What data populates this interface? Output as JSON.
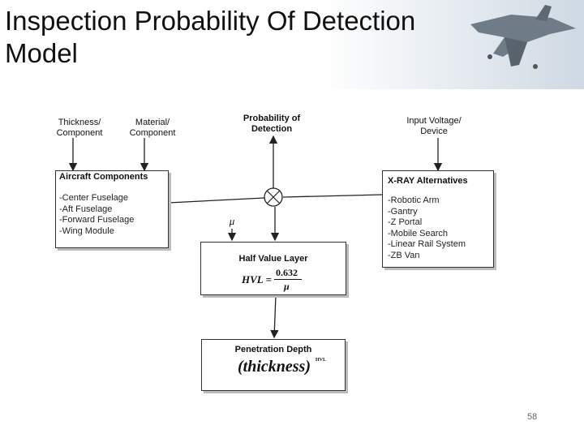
{
  "slide": {
    "title": "Inspection Probability Of Detection Model",
    "page_number": "58"
  },
  "inputs": {
    "thickness": "Thickness/ Component",
    "material": "Material/ Component",
    "pod": "Probability of Detection",
    "voltage": "Input Voltage/ Device",
    "mu_symbol": "μ"
  },
  "aircraft_box": {
    "title": "Aircraft Components",
    "items": [
      "-Center Fuselage",
      "-Aft Fuselage",
      "-Forward Fuselage",
      "-Wing Module"
    ]
  },
  "xray_box": {
    "title": "X-RAY Alternatives",
    "items": [
      "-Robotic Arm",
      "-Gantry",
      "-Z Portal",
      "-Mobile Search",
      "-Linear Rail System",
      "-ZB Van"
    ]
  },
  "hvl_box": {
    "title": "Half Value Layer",
    "lhs": "HVL =",
    "numerator": "0.632",
    "denominator": "μ"
  },
  "pen_box": {
    "title": "Penetration Depth",
    "base": "(thickness)",
    "exponent": "HVL"
  }
}
